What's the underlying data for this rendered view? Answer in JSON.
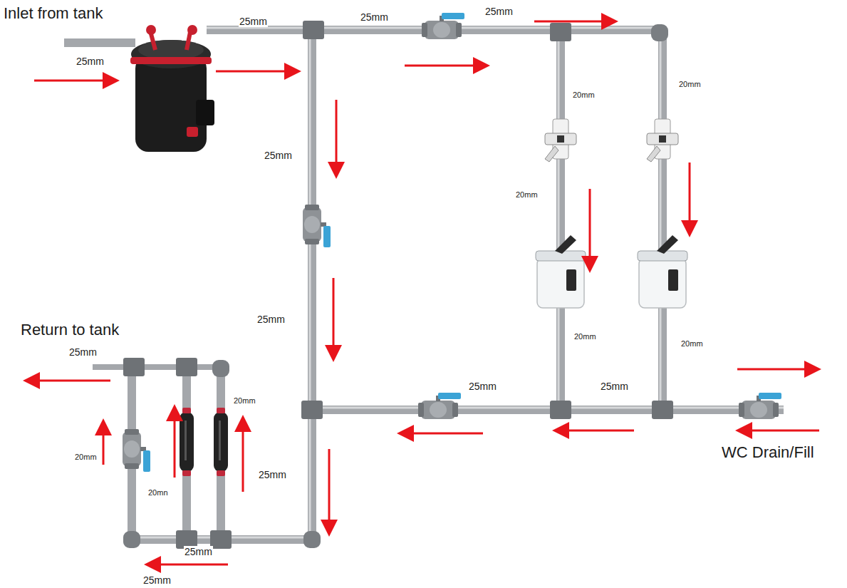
{
  "diagram": {
    "labels": [
      "Inlet from tank",
      "25mm",
      "25mm",
      "25mm",
      "25mm",
      "20mm",
      "20mm",
      "25mm",
      "20mm",
      "25mm",
      "20mm",
      "20mm",
      "Return to tank",
      "25mm",
      "20mm",
      "25mm",
      "25mm",
      "20mm",
      "20mn",
      "25mm",
      "25mm",
      "25mm",
      "WC Drain/Fill"
    ]
  }
}
